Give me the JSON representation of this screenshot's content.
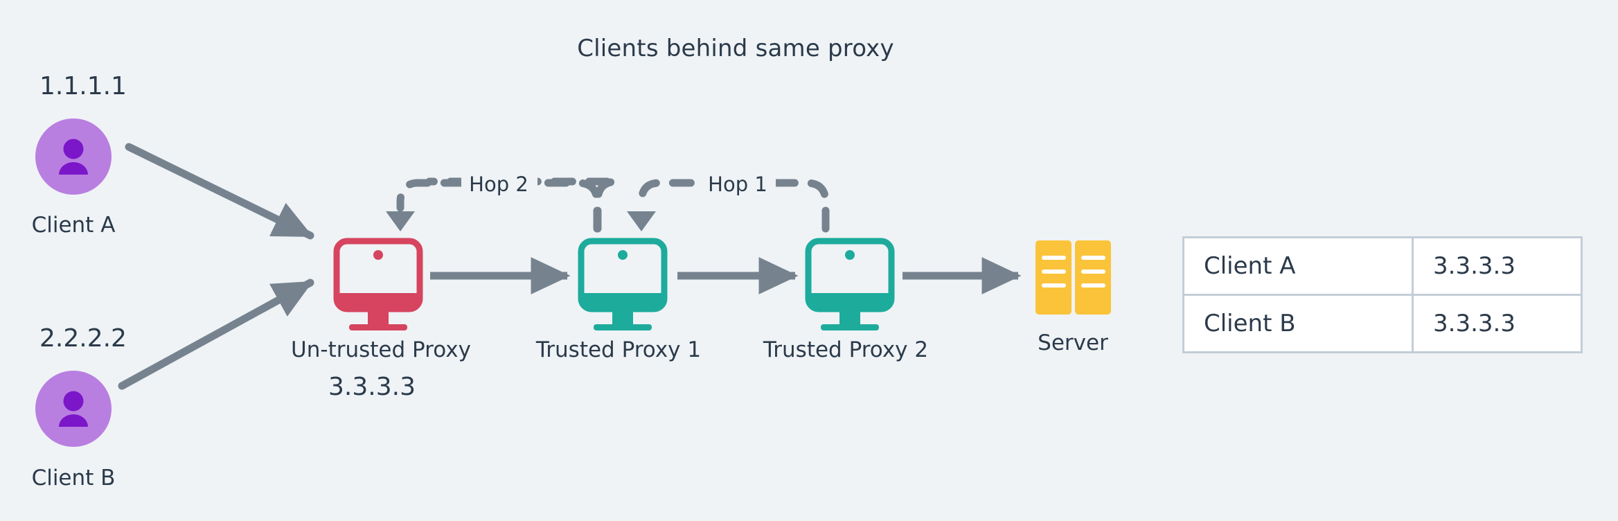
{
  "title": "Clients behind same proxy",
  "colors": {
    "background": "#eff3f6",
    "text": "#2b3a4a",
    "arrow": "#76838f",
    "client_circle": "#b97fe0",
    "client_person": "#7b16c9",
    "untrusted_proxy": "#d6445f",
    "trusted_proxy": "#1dab9c",
    "server": "#fac33a",
    "table_border": "#c3cdd7",
    "table_cell": "#ffffff"
  },
  "clients": [
    {
      "id": "client-a",
      "ip": "1.1.1.1",
      "label": "Client A",
      "icon": "person-icon"
    },
    {
      "id": "client-b",
      "ip": "2.2.2.2",
      "label": "Client B",
      "icon": "person-icon"
    }
  ],
  "nodes": [
    {
      "id": "untrusted-proxy",
      "label": "Un-trusted Proxy",
      "ip": "3.3.3.3",
      "icon": "monitor-icon",
      "kind": "untrusted"
    },
    {
      "id": "trusted-proxy-1",
      "label": "Trusted Proxy 1",
      "ip": "",
      "icon": "monitor-icon",
      "kind": "trusted"
    },
    {
      "id": "trusted-proxy-2",
      "label": "Trusted Proxy 2",
      "ip": "",
      "icon": "monitor-icon",
      "kind": "trusted"
    },
    {
      "id": "server",
      "label": "Server",
      "ip": "",
      "icon": "server-icon",
      "kind": "server"
    }
  ],
  "hops": [
    {
      "id": "hop-2",
      "label": "Hop 2",
      "from": "trusted-proxy-1",
      "to": "untrusted-proxy"
    },
    {
      "id": "hop-1",
      "label": "Hop 1",
      "from": "trusted-proxy-2",
      "to": "trusted-proxy-1"
    }
  ],
  "table": {
    "rows": [
      {
        "client": "Client A",
        "ip": "3.3.3.3"
      },
      {
        "client": "Client B",
        "ip": "3.3.3.3"
      }
    ]
  }
}
